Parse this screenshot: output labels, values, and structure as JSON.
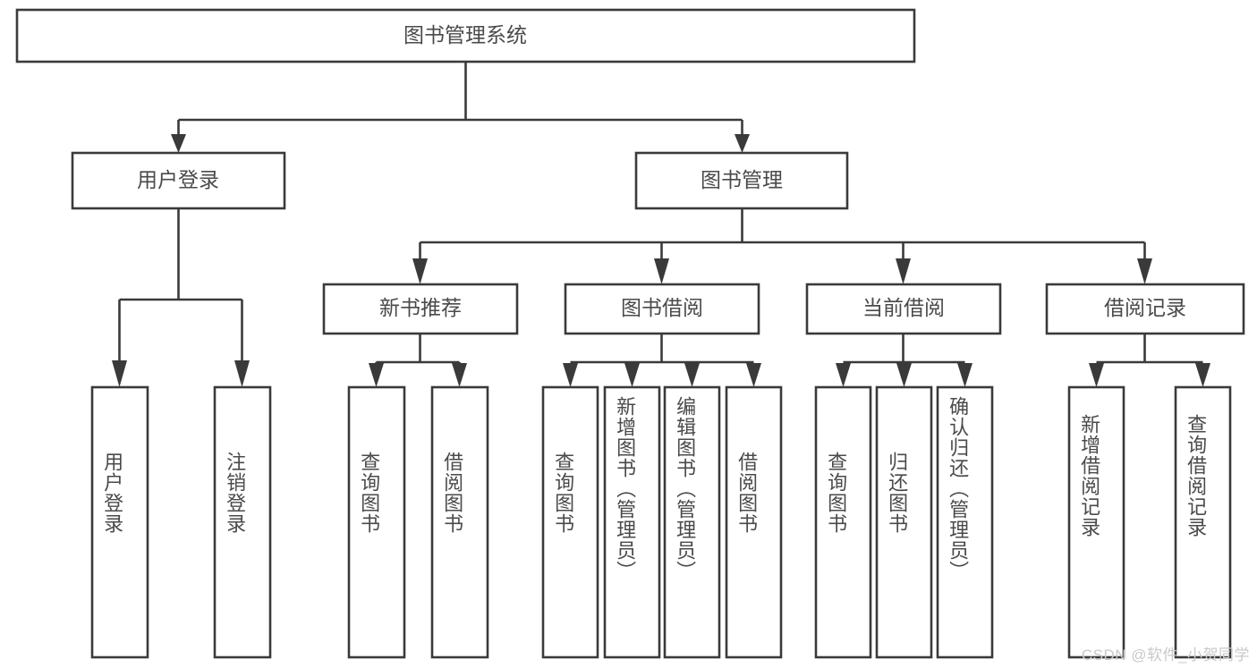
{
  "diagram": {
    "title": "图书管理系统",
    "type": "tree",
    "colors": {
      "box_stroke": "#3a3a3a",
      "box_fill": "#ffffff",
      "text": "#4a4a4a",
      "background": "#ffffff",
      "watermark": "#c9c9c9"
    },
    "levels": {
      "root": {
        "label": "图书管理系统"
      },
      "level2": [
        {
          "label": "用户登录"
        },
        {
          "label": "图书管理"
        }
      ],
      "level3": [
        {
          "label": "新书推荐"
        },
        {
          "label": "图书借阅"
        },
        {
          "label": "当前借阅"
        },
        {
          "label": "借阅记录"
        }
      ],
      "leaves": {
        "user_login": [
          {
            "label": "用户登录"
          },
          {
            "label": "注销登录"
          }
        ],
        "new_book_recommend": [
          {
            "label": "查询图书"
          },
          {
            "label": "借阅图书"
          }
        ],
        "book_borrow": [
          {
            "label": "查询图书"
          },
          {
            "label": "新增图书（管理员）"
          },
          {
            "label": "编辑图书（管理员）"
          },
          {
            "label": "借阅图书"
          }
        ],
        "current_borrow": [
          {
            "label": "查询图书"
          },
          {
            "label": "归还图书"
          },
          {
            "label": "确认归还（管理员）"
          }
        ],
        "borrow_record": [
          {
            "label": "新增借阅记录"
          },
          {
            "label": "查询借阅记录"
          }
        ]
      }
    }
  },
  "watermark": {
    "text": "CSDN @软件_小贺同学"
  }
}
